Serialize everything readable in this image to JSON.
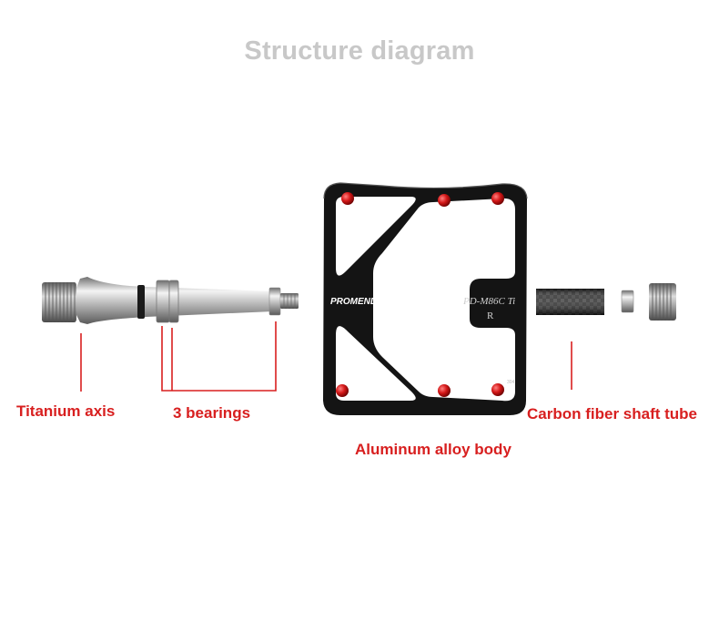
{
  "title": "Structure diagram",
  "labels": {
    "titanium_axis": "Titanium axis",
    "bearings": "3 bearings",
    "aluminum_body": "Aluminum alloy body",
    "carbon_tube": "Carbon fiber shaft tube"
  },
  "pedal_marks": {
    "brand": "PROMEND",
    "model": "PD-M86C Ti",
    "side": "R",
    "small_mark": "304"
  },
  "colors": {
    "title": "#c8c8c8",
    "label": "#d81f1f",
    "leader_line": "#d81f1f",
    "pedal_body": "#141414",
    "pins": "#cc1414"
  }
}
